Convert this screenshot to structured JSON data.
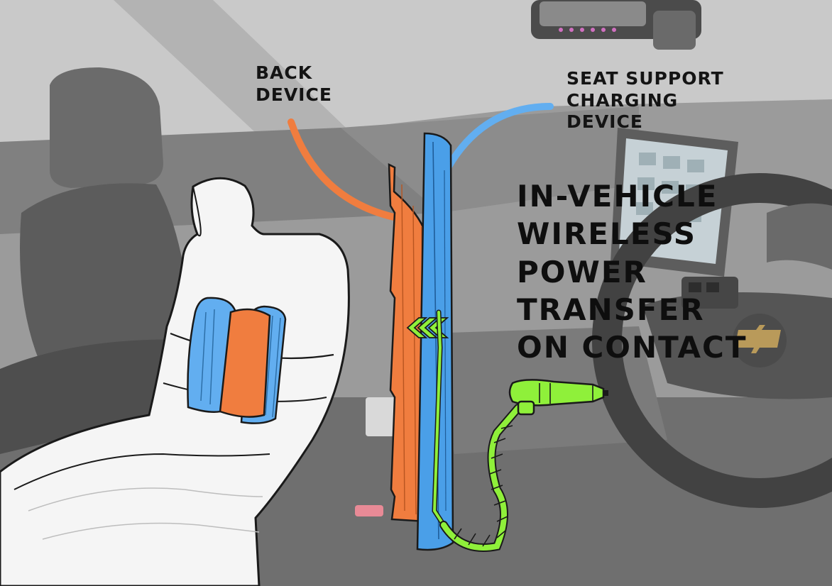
{
  "labels": {
    "back_device": [
      "BACK",
      "DEVICE"
    ],
    "seat_support": [
      "SEAT SUPPORT",
      "CHARGING",
      "DEVICE"
    ]
  },
  "headline": [
    "IN-VEHICLE",
    "WIRELESS",
    "POWER",
    "TRANSFER",
    "ON CONTACT"
  ],
  "colors": {
    "back_device": "#f07d3f",
    "seat_support": "#4a9fe8",
    "charger_cable": "#8ff03a",
    "outline": "#1a1a1a",
    "background": "#9a9a9a"
  },
  "icons": {
    "chevrons": "energy-transfer-chevrons-icon",
    "plug": "car-charger-plug-icon",
    "emblem": "steering-wheel-emblem-icon"
  }
}
